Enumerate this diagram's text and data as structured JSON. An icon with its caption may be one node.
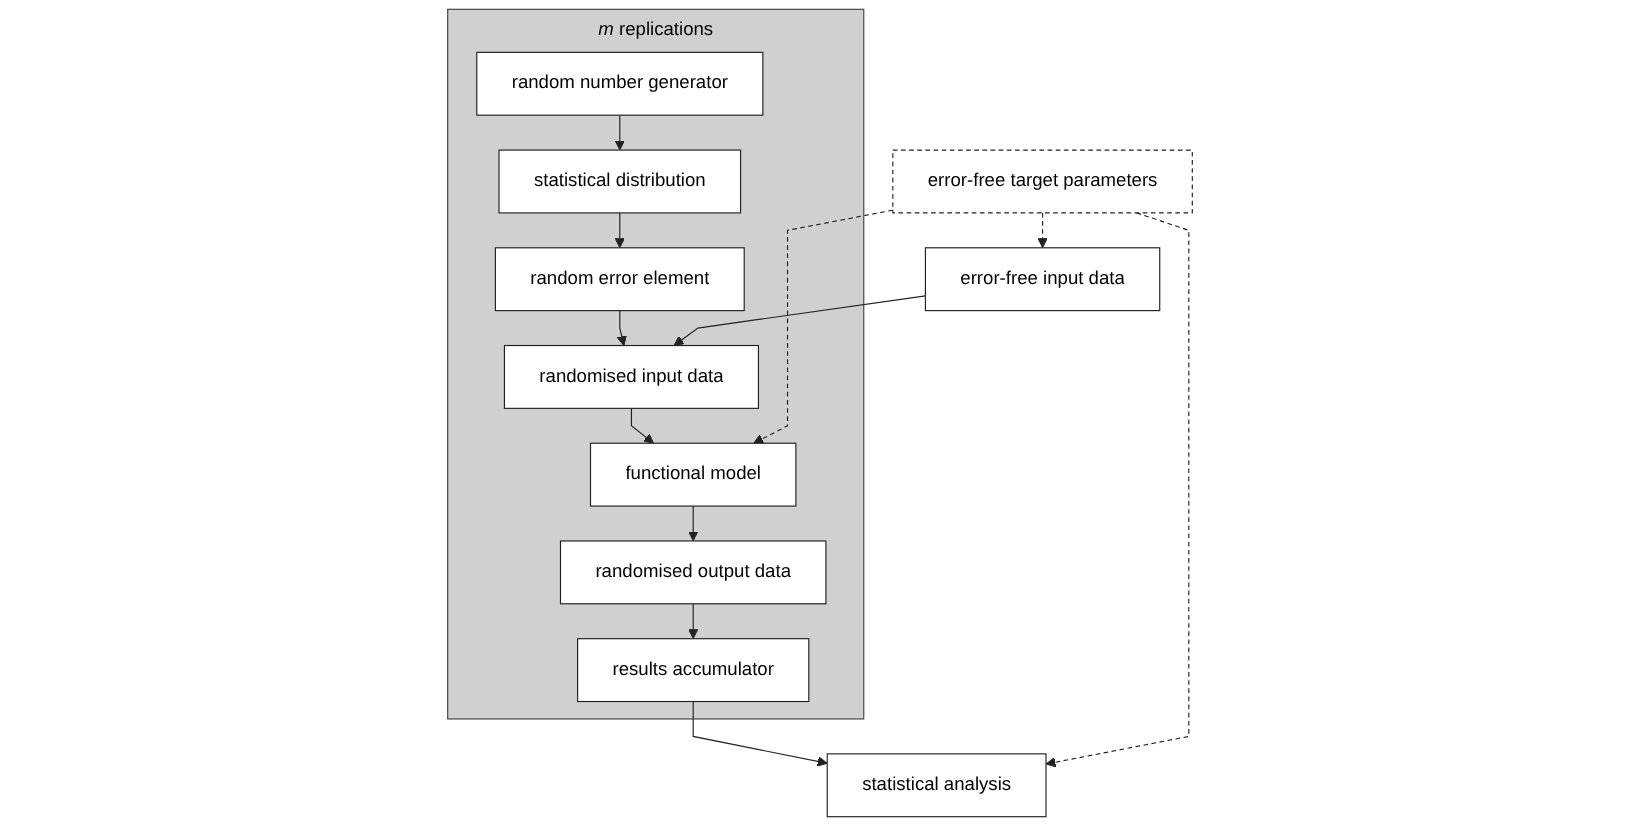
{
  "diagram": {
    "nodes": [
      {
        "text": [
          "error-free input data"
        ]
      },
      {
        "text": [
          "*m* replications"
        ]
      },
      {
        "text": [
          "random number generator"
        ],
        "in": 1
      },
      {
        "text": [
          "statistical distribution"
        ],
        "in": 1
      },
      {
        "text": [
          "random error element"
        ],
        "in": 1
      },
      {
        "text": [
          "randomised input data"
        ],
        "in": 1
      },
      {
        "text": [
          "functional model"
        ],
        "in": 1
      },
      {
        "text": [
          "randomised output data"
        ],
        "in": 1
      },
      {
        "text": [
          "results accumulator"
        ],
        "in": 1
      },
      {
        "text": [
          "error-free target parameters"
        ]
      },
      {
        "text": [
          "statistical analysis"
        ]
      }
    ],
    "edges": [
      {
        "from": 2,
        "to": 3,
        "arrow": "to"
      },
      {
        "from": 3,
        "to": 4,
        "arrow": "to"
      },
      {
        "from": 4,
        "to": 5,
        "arrow": "to"
      },
      {
        "from": 0,
        "to": 5,
        "arrow": "to"
      },
      {
        "from": 5,
        "to": 6,
        "arrow": "to"
      },
      {
        "from": 6,
        "to": 7,
        "arrow": "to"
      },
      {
        "from": 7,
        "to": 8,
        "arrow": "to"
      },
      {
        "from": 8,
        "to": 10,
        "arrow": "to"
      },
      {
        "from": 9,
        "to": 0,
        "arrow": "to",
        "style": "dashed"
      },
      {
        "from": 9,
        "to": 6,
        "arrow": "to",
        "style": "dashed"
      },
      {
        "from": 9,
        "to": 10,
        "arrow": "to",
        "style": "dashed"
      }
    ]
  }
}
